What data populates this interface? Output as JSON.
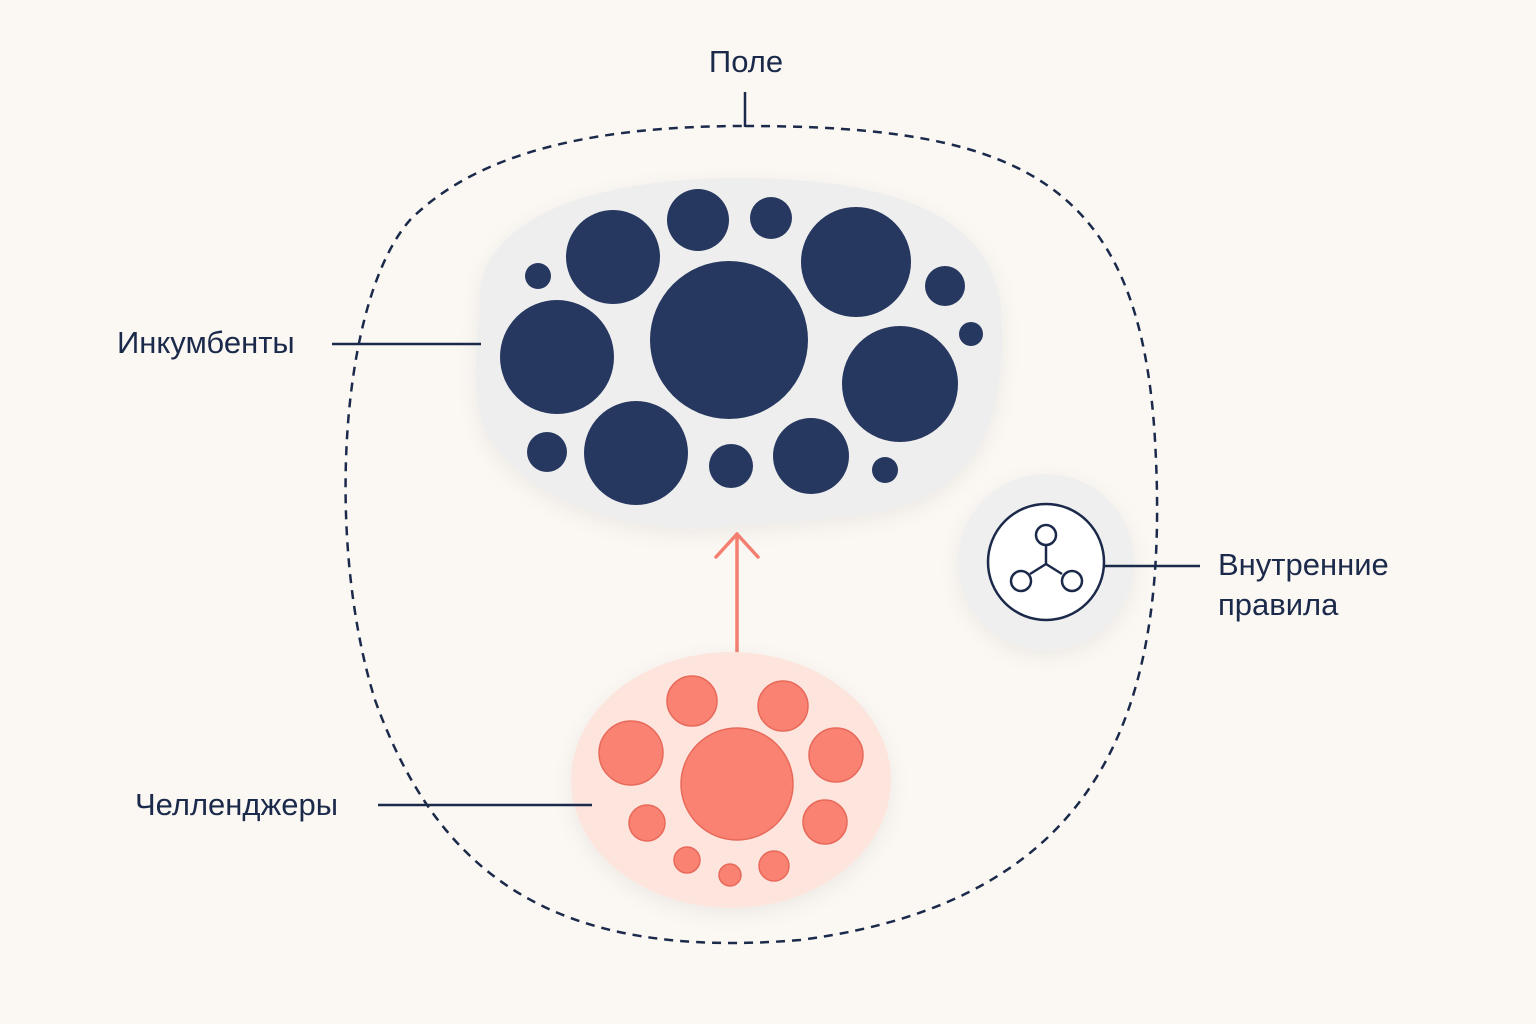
{
  "diagram": {
    "field_label": "Поле",
    "incumbents_label": "Инкумбенты",
    "challengers_label": "Челленджеры",
    "rules_label_line1": "Внутренние",
    "rules_label_line2": "правила"
  },
  "colors": {
    "background": "#fbf8f4",
    "incumbent": "#263760",
    "incumbent_cloud": "#eeeeee",
    "challenger": "#f98272",
    "challenger_cloud": "#fde5de",
    "arrow": "#f47f70",
    "outline": "#1b2a4a",
    "rules_bubble": "#efefef"
  },
  "icons": {
    "rules": "network-node-icon",
    "arrow": "arrow-up-icon"
  }
}
